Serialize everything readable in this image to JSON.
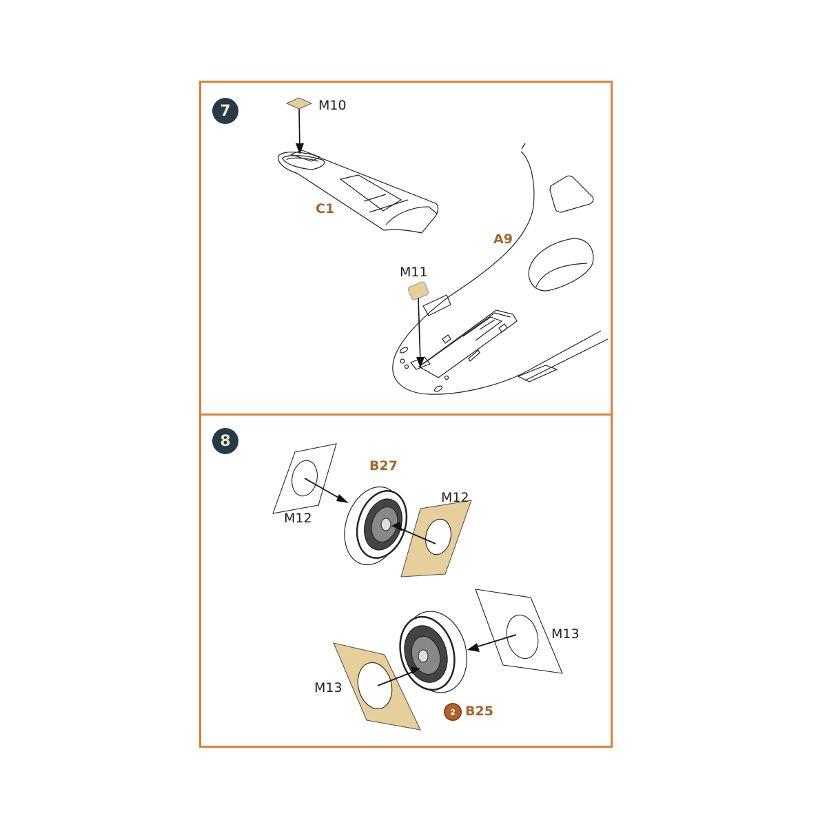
{
  "colors": {
    "frame": "#e07f32",
    "badge_bg": "#263a48",
    "badge_text": "#f1e6c4",
    "mask_fill": "#e6cf9a",
    "part_label": "#a5652a"
  },
  "steps": [
    {
      "number": "7",
      "parts": [
        {
          "id": "M10",
          "type": "mask",
          "role": "canopy mask"
        },
        {
          "id": "C1",
          "type": "part",
          "role": "canopy"
        },
        {
          "id": "A9",
          "type": "part",
          "role": "fuselage"
        },
        {
          "id": "M11",
          "type": "mask",
          "role": "fuselage window mask"
        }
      ]
    },
    {
      "number": "8",
      "parts": [
        {
          "id": "B27",
          "type": "part",
          "role": "main wheel"
        },
        {
          "id": "M12",
          "type": "mask",
          "role": "wheel mask, outer side (left)",
          "label": "M12"
        },
        {
          "id": "M12",
          "type": "mask",
          "role": "wheel mask, inner side (right)",
          "label": "M12"
        },
        {
          "id": "B25",
          "type": "part",
          "role": "wheel",
          "quantity": "2",
          "quantity_icon": "repeat-x2-icon"
        },
        {
          "id": "M13",
          "type": "mask",
          "role": "wheel mask (right)",
          "label": "M13"
        },
        {
          "id": "M13",
          "type": "mask",
          "role": "wheel mask (left)",
          "label": "M13"
        }
      ]
    }
  ]
}
